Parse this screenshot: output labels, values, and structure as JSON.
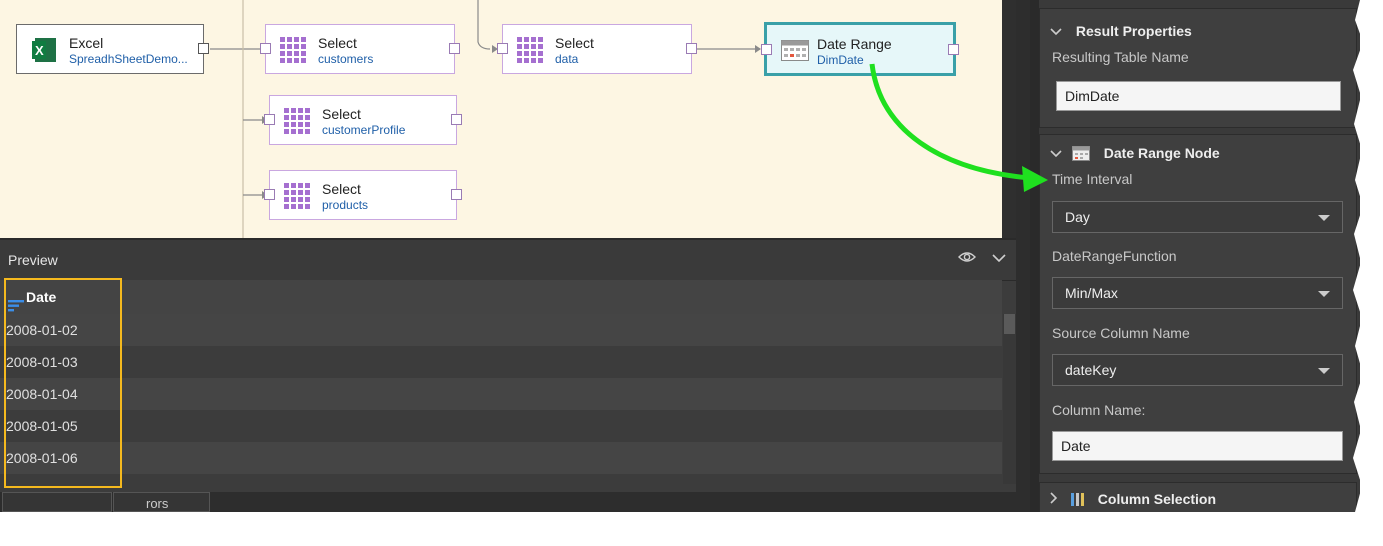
{
  "canvas": {
    "nodes": [
      {
        "id": "excel",
        "title": "Excel",
        "subtitle": "SpreadhSheetDemo..."
      },
      {
        "id": "select-customers",
        "title": "Select",
        "subtitle": "customers"
      },
      {
        "id": "select-data",
        "title": "Select",
        "subtitle": "data"
      },
      {
        "id": "daterange",
        "title": "Date Range",
        "subtitle": "DimDate"
      },
      {
        "id": "select-customerprofile",
        "title": "Select",
        "subtitle": "customerProfile"
      },
      {
        "id": "select-products",
        "title": "Select",
        "subtitle": "products"
      }
    ]
  },
  "preview": {
    "title": "Preview",
    "column": "Date",
    "rows": [
      "2008-01-02",
      "2008-01-03",
      "2008-01-04",
      "2008-01-05",
      "2008-01-06"
    ],
    "tabs": [
      "",
      "rors"
    ]
  },
  "panel": {
    "result_properties": {
      "header": "Result Properties",
      "table_name_label": "Resulting Table Name",
      "table_name_value": "DimDate"
    },
    "date_range_node": {
      "header": "Date Range Node",
      "time_interval_label": "Time Interval",
      "time_interval_value": "Day",
      "function_label": "DateRangeFunction",
      "function_value": "Min/Max",
      "source_column_label": "Source Column Name",
      "source_column_value": "dateKey",
      "column_name_label": "Column Name:",
      "column_name_value": "Date"
    },
    "column_selection": {
      "header": "Column Selection"
    }
  },
  "colors": {
    "canvas_bg": "#fdf6e3",
    "arrow": "#1fe01f",
    "highlight": "#f5b91e",
    "selected_node": "#3aa0a8"
  },
  "icons": [
    "excel-icon",
    "table-grid-icon",
    "calendar-icon",
    "eye-icon",
    "chevron-down-icon",
    "sort-icon",
    "column-selection-icon"
  ]
}
